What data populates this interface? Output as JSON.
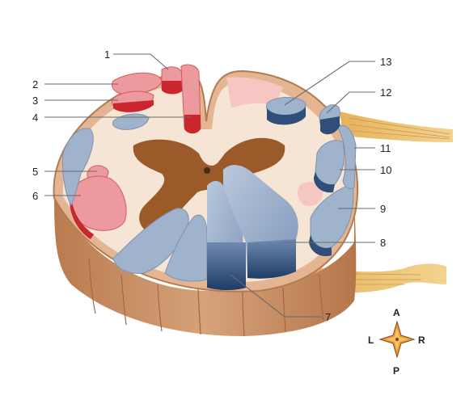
{
  "labels": [
    "1",
    "2",
    "3",
    "4",
    "5",
    "6",
    "7",
    "8",
    "9",
    "10",
    "11",
    "12",
    "13"
  ],
  "compass": {
    "anterior": "A",
    "posterior": "P",
    "left": "L",
    "right": "R"
  },
  "colors": {
    "sensory_tract": "#ec9a9d",
    "motor_tract": "#9fb3cc",
    "grey_matter": "#9a5a2a",
    "white_matter": "#f6e4d4",
    "pia_outer": "#b57a4f",
    "nerve_root": "#ecc27a"
  }
}
